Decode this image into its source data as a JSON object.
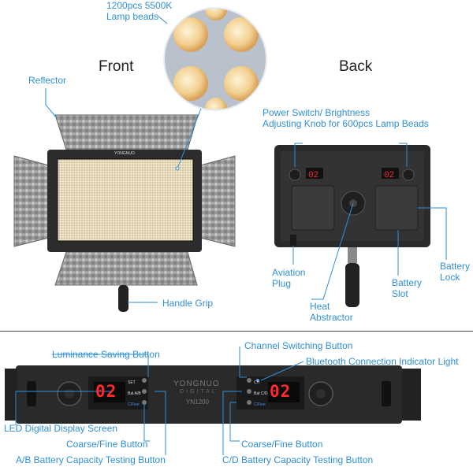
{
  "colors": {
    "label": "#2f8fd8",
    "leader": "#2f8fd8",
    "display_red": "#ff2a2a",
    "device": "#2a2a2a"
  },
  "top": {
    "beads_caption": "1200pcs 5500K\nLamp beads",
    "front_heading": "Front",
    "back_heading": "Back",
    "front_labels": {
      "reflector": "Reflector",
      "handle_grip": "Handle Grip"
    },
    "back_labels": {
      "power_switch": "Power Switch/ Brightness\nAdjusting Knob for 600pcs Lamp Beads",
      "aviation_plug": "Aviation\nPlug",
      "heat_abstractor": "Heat\nAbstractor",
      "battery_slot": "Battery\nSlot",
      "battery_lock": "Battery\nLock"
    },
    "lamp_brand": "YONGNUO"
  },
  "panel": {
    "brand": "YONGNUO",
    "brand_sub": "DIGITAL",
    "model": "YN1200",
    "left_display": "02",
    "right_display": "02",
    "left_buttons": [
      "SET",
      "Bat A/B",
      "C/Fine"
    ],
    "right_buttons": [
      "CH",
      "Bat C/D",
      "C/Fine"
    ],
    "labels": {
      "luminance_saving": "Luminance Saving Button",
      "led_display": "LED Digital Display Screen",
      "coarse_fine_left": "Coarse/Fine Button",
      "ab_battery": "A/B Battery Capacity Testing Button",
      "channel_switching": "Channel Switching Button",
      "bluetooth": "Bluetooth Connection Indicator Light",
      "coarse_fine_right": "Coarse/Fine Button",
      "cd_battery": "C/D Battery Capacity Testing Button"
    }
  }
}
